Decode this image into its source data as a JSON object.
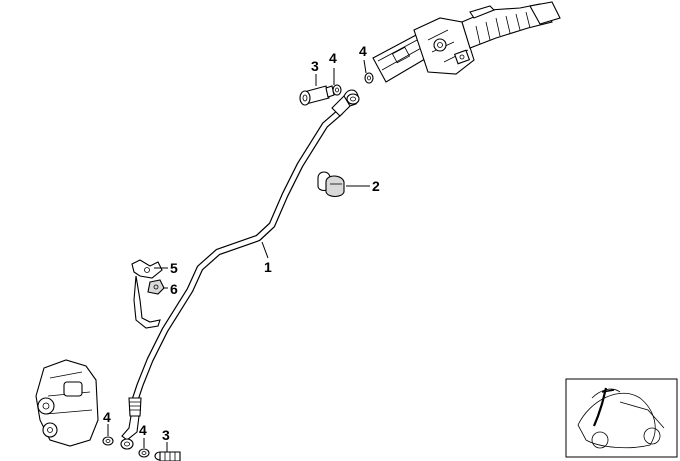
{
  "diagram": {
    "callouts": [
      {
        "id": "1",
        "label": "1"
      },
      {
        "id": "2",
        "label": "2"
      },
      {
        "id": "3-top",
        "label": "3"
      },
      {
        "id": "4-top-left",
        "label": "4"
      },
      {
        "id": "4-top-right",
        "label": "4"
      },
      {
        "id": "5",
        "label": "5"
      },
      {
        "id": "6",
        "label": "6"
      },
      {
        "id": "4-bottom-left",
        "label": "4"
      },
      {
        "id": "4-bottom-right",
        "label": "4"
      },
      {
        "id": "3-bottom",
        "label": "3"
      }
    ]
  }
}
